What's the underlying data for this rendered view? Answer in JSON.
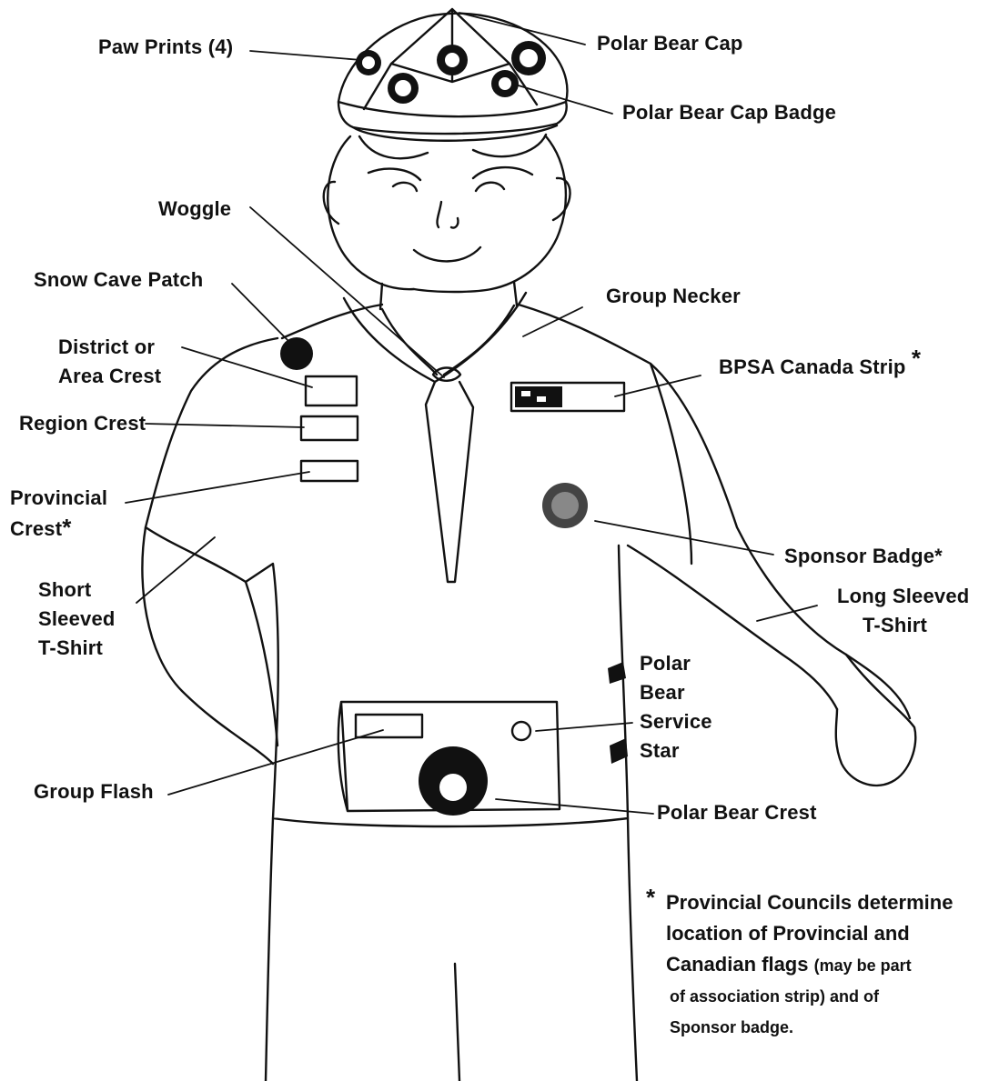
{
  "labels": {
    "paw_prints": "Paw Prints (4)",
    "polar_bear_cap": "Polar Bear Cap",
    "polar_bear_cap_badge": "Polar Bear Cap Badge",
    "woggle": "Woggle",
    "snow_cave_patch": "Snow Cave Patch",
    "group_necker": "Group Necker",
    "district_crest": [
      "District or",
      "Area Crest"
    ],
    "bpsa_strip": "BPSA Canada Strip",
    "bpsa_strip_mark": "*",
    "region_crest": "Region Crest",
    "provincial_crest": [
      "Provincial",
      "Crest",
      "*"
    ],
    "sponsor_badge": "Sponsor Badge*",
    "short_sleeved": [
      "Short",
      "Sleeved",
      "T-Shirt"
    ],
    "long_sleeved": [
      "Long Sleeved",
      "T-Shirt"
    ],
    "service_star": [
      "Polar",
      "Bear",
      "Service",
      "Star"
    ],
    "group_flash": "Group Flash",
    "polar_bear_crest": "Polar Bear Crest"
  },
  "footnote": {
    "marker": "*",
    "line1": "Provincial Councils determine",
    "line2": "location of Provincial and",
    "line3_main": "Canadian flags",
    "line3_small": "(may be part",
    "line4": "of association strip) and of",
    "line5": "Sponsor badge."
  }
}
